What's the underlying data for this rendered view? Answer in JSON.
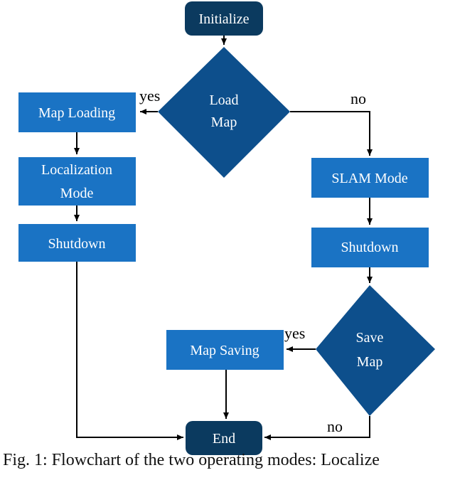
{
  "diagram": {
    "nodes": {
      "initialize": "Initialize",
      "load_map_line1": "Load",
      "load_map_line2": "Map",
      "map_loading": "Map Loading",
      "localization_line1": "Localization",
      "localization_line2": "Mode",
      "shutdown_left": "Shutdown",
      "slam_mode": "SLAM Mode",
      "shutdown_right": "Shutdown",
      "save_map_line1": "Save",
      "save_map_line2": "Map",
      "map_saving": "Map Saving",
      "end": "End"
    },
    "edges": {
      "load_yes": "yes",
      "load_no": "no",
      "save_yes": "yes",
      "save_no": "no"
    },
    "colors": {
      "terminal": "#0b3a5f",
      "decision": "#0d4f8c",
      "process": "#1a73c4",
      "node_text": "#ffffff",
      "line": "#000000"
    }
  },
  "caption": "Fig. 1: Flowchart of the two operating modes: Localize"
}
